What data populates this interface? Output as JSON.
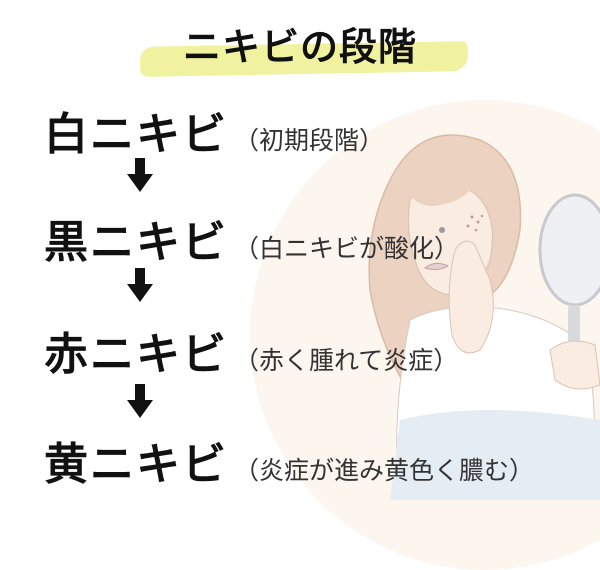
{
  "title": "ニキビの段階",
  "colors": {
    "title_highlight": "#f0f2a0",
    "text": "#111111",
    "description_text": "#333333",
    "background_circle": "#fcf4ec"
  },
  "stages": [
    {
      "name": "白ニキビ",
      "description": "（初期段階）"
    },
    {
      "name": "黒ニキビ",
      "description": "（白ニキビが酸化）"
    },
    {
      "name": "赤ニキビ",
      "description": "（赤く腫れて炎症）"
    },
    {
      "name": "黄ニキビ",
      "description": "（炎症が進み黄色く膿む）"
    }
  ],
  "arrows": [
    "down-arrow-icon",
    "down-arrow-icon",
    "down-arrow-icon"
  ],
  "illustration": "woman-checking-face-in-mirror"
}
